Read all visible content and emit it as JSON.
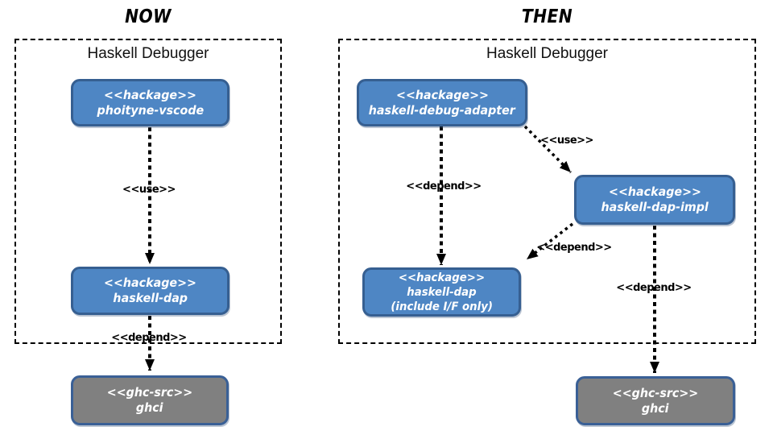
{
  "colors": {
    "node_fill": "#4e86c4",
    "node_border": "#365f91",
    "ghc_fill": "#808080",
    "ghc_border": "#3a6096",
    "edge_color": "#000000"
  },
  "now": {
    "title": "NOW",
    "container_label": "Haskell Debugger",
    "nodes": {
      "phoityne": {
        "stereotype": "<<hackage>>",
        "name": "phoityne-vscode"
      },
      "haskell_dap": {
        "stereotype": "<<hackage>>",
        "name": "haskell-dap"
      },
      "ghci": {
        "stereotype": "<<ghc-src>>",
        "name": "ghci"
      }
    },
    "edges": {
      "use": "<<use>>",
      "depend": "<<depend>>"
    }
  },
  "then": {
    "title": "THEN",
    "container_label": "Haskell Debugger",
    "nodes": {
      "debug_adapter": {
        "stereotype": "<<hackage>>",
        "name": "haskell-debug-adapter"
      },
      "dap_impl": {
        "stereotype": "<<hackage>>",
        "name": "haskell-dap-impl"
      },
      "haskell_dap": {
        "stereotype": "<<hackage>>",
        "name": "haskell-dap",
        "note": "(include I/F only)"
      },
      "ghci": {
        "stereotype": "<<ghc-src>>",
        "name": "ghci"
      }
    },
    "edges": {
      "use": "<<use>>",
      "depend_left": "<<depend>>",
      "depend_diag": "<<depend>>",
      "depend_right": "<<depend>>"
    }
  }
}
